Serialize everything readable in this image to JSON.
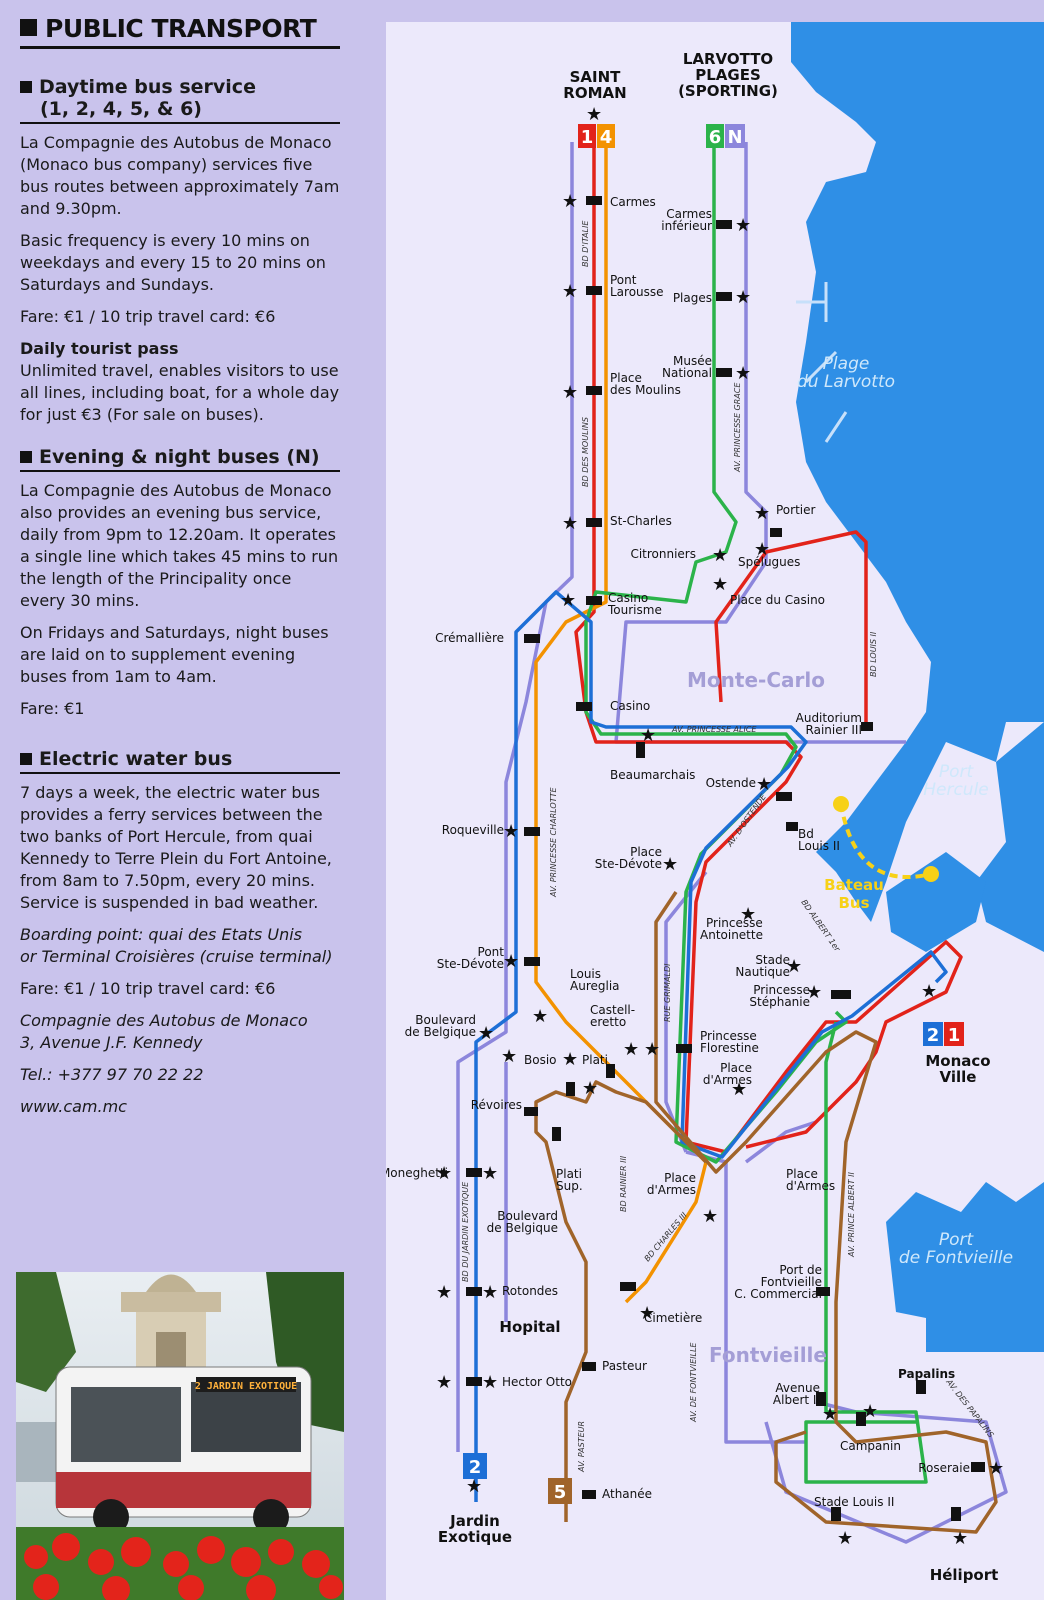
{
  "title": "PUBLIC TRANSPORT",
  "daytime": {
    "heading_line1": "Daytime bus service",
    "heading_line2": "(1, 2, 4, 5, & 6)",
    "p1": "La Compagnie des Autobus de Monaco (Monaco bus company) services five bus routes between approximately 7am and 9.30pm.",
    "p2": "Basic frequency is every 10 mins on weekdays and every 15 to 20 mins on Saturdays and Sundays.",
    "p3": "Fare: €1 / 10 trip travel card: €6",
    "pass_title": "Daily tourist pass",
    "pass_text": "Unlimited travel, enables visitors to use all lines, including boat, for a whole day for just €3 (For sale on buses)."
  },
  "evening": {
    "heading": "Evening & night buses (N)",
    "p1": "La Compagnie des Autobus de Monaco also provides an evening bus service, daily from 9pm to 12.20am. It operates a single line which takes 45 mins to run the length of the Principality once every 30 mins.",
    "p2": "On Fridays and Saturdays, night buses are laid on to supplement evening buses from 1am to 4am.",
    "p3": "Fare: €1"
  },
  "water": {
    "heading": "Electric water bus",
    "p1": "7 days a week, the electric water bus provides a ferry services between the two banks of Port Hercule, from quai Kennedy to Terre Plein du Fort Antoine, from 8am to 7.50pm, every 20 mins. Service is suspended in bad weather.",
    "boarding1": "Boarding point: quai des Etats Unis",
    "boarding2": "or Terminal Croisières (cruise terminal)",
    "fare": "Fare: €1 / 10 trip travel card: €6",
    "company1": "Compagnie des Autobus de Monaco",
    "company2": "3, Avenue J.F. Kennedy",
    "tel": "Tel.: +377 97 70 22 22",
    "web": "www.cam.mc"
  },
  "photo": {
    "sign": "2 JARDIN EXOTIQUE"
  },
  "map": {
    "colors": {
      "line1": "#e2231a",
      "line2": "#1d6fd6",
      "line4": "#f39200",
      "line5": "#a0642a",
      "line6": "#2bb34a",
      "lineN": "#8c86dc",
      "sea": "#2f8fe6",
      "land": "#ece9fb"
    },
    "lines": {
      "l1": "1",
      "l4": "4",
      "l6": "6",
      "lN": "N",
      "l2": "2",
      "l5": "5"
    },
    "terminals": {
      "saint_roman_1": "SAINT",
      "saint_roman_2": "ROMAN",
      "larvotto_1": "LARVOTTO",
      "larvotto_2": "PLAGES",
      "larvotto_3": "(SPORTING)",
      "monaco_ville_1": "Monaco",
      "monaco_ville_2": "Ville",
      "jardin_1": "Jardin",
      "jardin_2": "Exotique",
      "heliport": "Héliport"
    },
    "areas": {
      "monte_carlo": "Monte-Carlo",
      "fontvieille": "Fontvieille",
      "hopital": "Hopital"
    },
    "waters": {
      "larvotto_1": "Plage",
      "larvotto_2": "du Larvotto",
      "hercule_1": "Port",
      "hercule_2": "Hercule",
      "fontvieille_1": "Port",
      "fontvieille_2": "de Fontvieille",
      "bateau_1": "Bateau",
      "bateau_2": "Bus"
    },
    "stops": {
      "carmes": "Carmes",
      "pont_larousse_1": "Pont",
      "pont_larousse_2": "Larousse",
      "place_moulins_1": "Place",
      "place_moulins_2": "des Moulins",
      "st_charles": "St-Charles",
      "carmes_inf_1": "Carmes",
      "carmes_inf_2": "inférieur",
      "plages": "Plages",
      "musee_1": "Musée",
      "musee_2": "National",
      "portier": "Portier",
      "citronniers": "Citronniers",
      "spelugues": "Spélugues",
      "place_casino": "Place du Casino",
      "casino_tourisme_1": "Casino",
      "casino_tourisme_2": "Tourisme",
      "cremalliere": "Crémallière",
      "casino": "Casino",
      "auditorium_1": "Auditorium",
      "auditorium_2": "Rainier III",
      "beaumarchais": "Beaumarchais",
      "ostende": "Ostende",
      "bd_louis_1": "Bd",
      "bd_louis_2": "Louis II",
      "roqueville": "Roqueville",
      "place_ste_devote_1": "Place",
      "place_ste_devote_2": "Ste-Dévote",
      "princesse_antoinette_1": "Princesse",
      "princesse_antoinette_2": "Antoinette",
      "stade_nautique_1": "Stade",
      "stade_nautique_2": "Nautique",
      "princesse_stephanie_1": "Princesse",
      "princesse_stephanie_2": "Stéphanie",
      "pont_ste_devote_1": "Pont",
      "pont_ste_devote_2": "Ste-Dévote",
      "louis_aureglia_1": "Louis",
      "louis_aureglia_2": "Aureglia",
      "castelleretto_1": "Castell-",
      "castelleretto_2": "eretto",
      "bd_belgique_1": "Boulevard",
      "bd_belgique_2": "de Belgique",
      "bosio": "Bosio",
      "plati": "Plati",
      "princesse_florestine_1": "Princesse",
      "princesse_florestine_2": "Florestine",
      "place_armes_top_1": "Place",
      "place_armes_top_2": "d'Armes",
      "revoires": "Révoires",
      "moneghetti": "Moneghetti",
      "plati_sup_1": "Plati",
      "plati_sup_2": "Sup.",
      "bd_belgique2_1": "Boulevard",
      "bd_belgique2_2": "de Belgique",
      "place_armes_l_1": "Place",
      "place_armes_l_2": "d'Armes",
      "place_armes_r_1": "Place",
      "place_armes_r_2": "d'Armes",
      "rotondes": "Rotondes",
      "cimetiere": "Cimetière",
      "port_fontvieille_1": "Port de",
      "port_fontvieille_2": "Fontvieille",
      "port_fontvieille_3": "C. Commercial",
      "pasteur": "Pasteur",
      "hector_otto": "Hector Otto",
      "papalins": "Papalins",
      "avenue_albert_1": "Avenue",
      "avenue_albert_2": "Albert II",
      "campanin": "Campanin",
      "roseraie": "Roseraie",
      "stade_louis": "Stade Louis II",
      "athanee": "Athanée"
    },
    "roads": {
      "bd_italie": "BD D'ITALIE",
      "bd_moulins": "BD DES MOULINS",
      "av_grace": "AV. PRINCESSE GRACE",
      "bd_louis": "BD LOUIS II",
      "av_alice": "AV. PRINCESSE ALICE",
      "av_ostende": "AV. D'OSTENDE",
      "av_charlotte": "AV. PRINCESSE CHARLOTTE",
      "bd_albert": "BD ALBERT 1er",
      "rue_grimaldi": "RUE GRIMALDI",
      "bd_rainier": "BD RAINIER III",
      "bd_charles": "BD CHARLES III",
      "av_albert": "AV. PRINCE ALBERT II",
      "bd_jardin": "BD DU JARDIN EXOTIQUE",
      "av_fontvieille": "AV. DE FONTVIEILLE",
      "av_pasteur": "AV. PASTEUR",
      "av_papalins": "AV. DES PAPALINS"
    }
  }
}
